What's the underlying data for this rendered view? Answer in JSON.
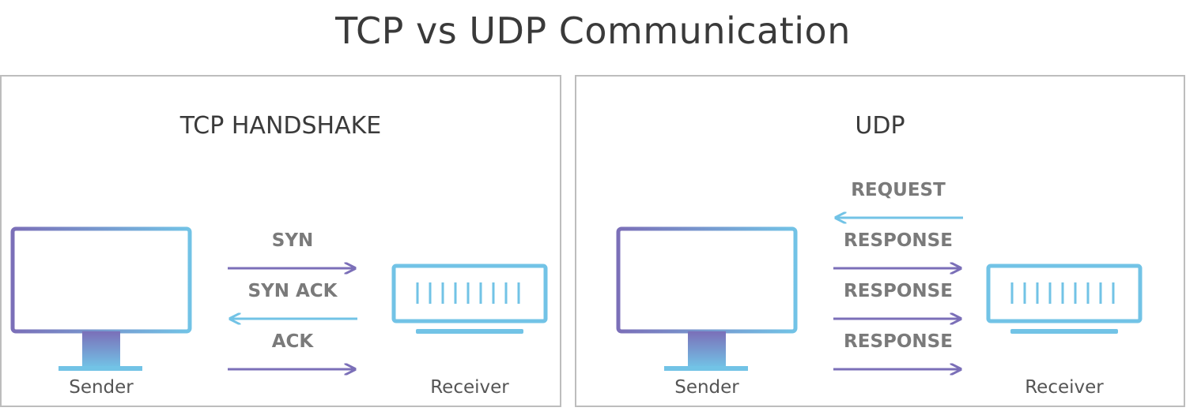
{
  "title": "TCP vs UDP Communication",
  "tcp": {
    "heading": "TCP HANDSHAKE",
    "sender_label": "Sender",
    "receiver_label": "Receiver",
    "messages": [
      {
        "label": "SYN",
        "direction": "to-receiver"
      },
      {
        "label": "SYN ACK",
        "direction": "to-sender"
      },
      {
        "label": "ACK",
        "direction": "to-receiver"
      }
    ]
  },
  "udp": {
    "heading": "UDP",
    "sender_label": "Sender",
    "receiver_label": "Receiver",
    "messages": [
      {
        "label": "REQUEST",
        "direction": "to-sender"
      },
      {
        "label": "RESPONSE",
        "direction": "to-receiver"
      },
      {
        "label": "RESPONSE",
        "direction": "to-receiver"
      },
      {
        "label": "RESPONSE",
        "direction": "to-receiver"
      }
    ]
  },
  "colors": {
    "purple": "#7b6fb8",
    "blue": "#72c3e6",
    "title": "#3a3a3a",
    "label": "#7a7a7a",
    "border": "#bdbdbd"
  }
}
